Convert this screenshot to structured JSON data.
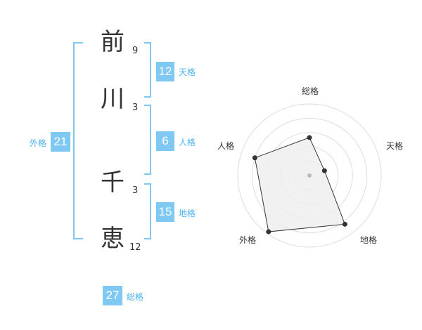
{
  "name": [
    {
      "char": "前",
      "strokes": "9"
    },
    {
      "char": "川",
      "strokes": "3"
    },
    {
      "char": "千",
      "strokes": "3"
    },
    {
      "char": "恵",
      "strokes": "12"
    }
  ],
  "kaku": {
    "tenkaku": {
      "label": "天格",
      "value": "12"
    },
    "jinkaku": {
      "label": "人格",
      "value": "6"
    },
    "chikaku": {
      "label": "地格",
      "value": "15"
    },
    "gaikaku": {
      "label": "外格",
      "value": "21"
    },
    "soukaku": {
      "label": "総格",
      "value": "27"
    }
  },
  "radar": {
    "axes": [
      "総格",
      "天格",
      "地格",
      "外格",
      "人格"
    ],
    "values": [
      0.53,
      0.22,
      0.84,
      0.97,
      0.8
    ],
    "colors": {
      "fill": "#eeeeee",
      "stroke": "#333333",
      "grid": "#dddddd",
      "point": "#333333",
      "center": "#bbbbbb"
    }
  },
  "colors": {
    "accent": "#7ec8f2",
    "bracket": "#7ec8f2",
    "label": "#4fb2ee"
  }
}
